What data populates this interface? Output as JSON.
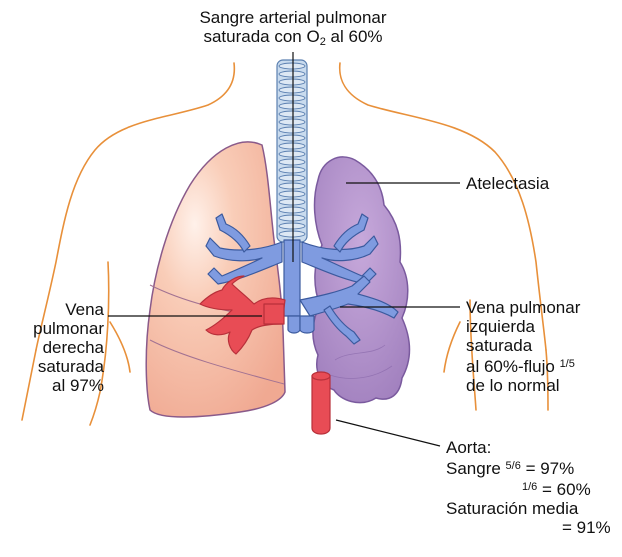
{
  "labels": {
    "top": {
      "line1": "Sangre arterial pulmonar",
      "line2_pre": "saturada con O",
      "line2_sub": "2",
      "line2_post": " al 60%"
    },
    "atelectasis": "Atelectasia",
    "right_vein": [
      "Vena",
      "pulmonar",
      "derecha",
      "saturada",
      "al 97%"
    ],
    "left_vein": {
      "line1": "Vena pulmonar",
      "line2": "izquierda",
      "line3": "saturada",
      "line4_pre": "al 60%-flujo ",
      "line4_frac": "1/5",
      "line5": "de lo normal"
    },
    "aorta": {
      "line1": "Aorta:",
      "line2_pre": "Sangre ",
      "line2_frac": "5/6",
      "line2_post": " = 97%",
      "line3_frac": "1/6",
      "line3_post": " = 60%",
      "line4": "Saturación media",
      "line5": "= 91%"
    }
  },
  "colors": {
    "body_outline": "#e8903a",
    "right_lung_fill": "#f8c9b4",
    "right_lung_stroke": "#8a5a8a",
    "left_lung_fill": "#b596c9",
    "left_lung_stroke": "#7a5a9e",
    "trachea_fill": "#c9dbee",
    "trachea_stroke": "#5a7fb0",
    "bronchi_fill": "#7f9be0",
    "bronchi_stroke": "#3b5a9e",
    "vessel_red": "#e84c55",
    "vessel_red_stroke": "#b8303a"
  }
}
